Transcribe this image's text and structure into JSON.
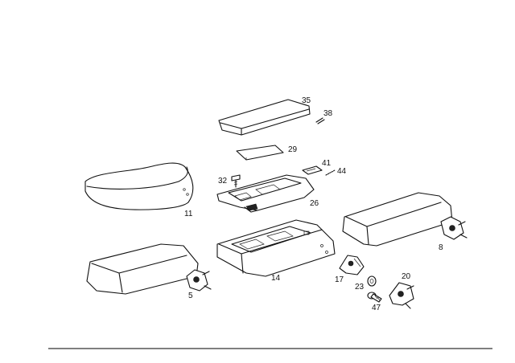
{
  "callouts": {
    "c35": "35",
    "c38": "38",
    "c29": "29",
    "c41": "41",
    "c44": "44",
    "c32": "32",
    "c26": "26",
    "c11": "11",
    "c8": "8",
    "c14": "14",
    "c17": "17",
    "c23": "23",
    "c20": "20",
    "c47": "47",
    "c5": "5"
  }
}
